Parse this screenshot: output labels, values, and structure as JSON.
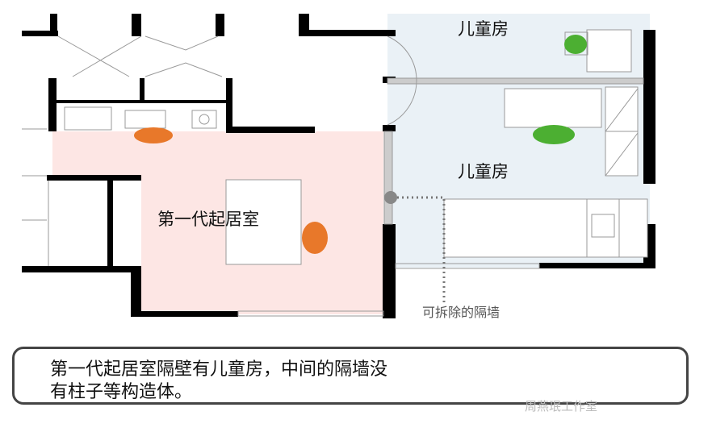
{
  "rooms": {
    "living_room": "第一代起居室",
    "kids_room_top": "儿童房",
    "kids_room_bottom": "儿童房"
  },
  "annotation": "可拆除的隔墙",
  "caption": {
    "line1": "第一代起居室隔壁有儿童房，中间的隔墙没",
    "line2": "有柱子等构造体。"
  },
  "watermark": "周燕珉工作室",
  "colors": {
    "living": "#fde6e4",
    "kids": "#eaf1f6",
    "wall": "#000000",
    "chair_orange": "#e8782a",
    "chair_green": "#4caf32"
  }
}
